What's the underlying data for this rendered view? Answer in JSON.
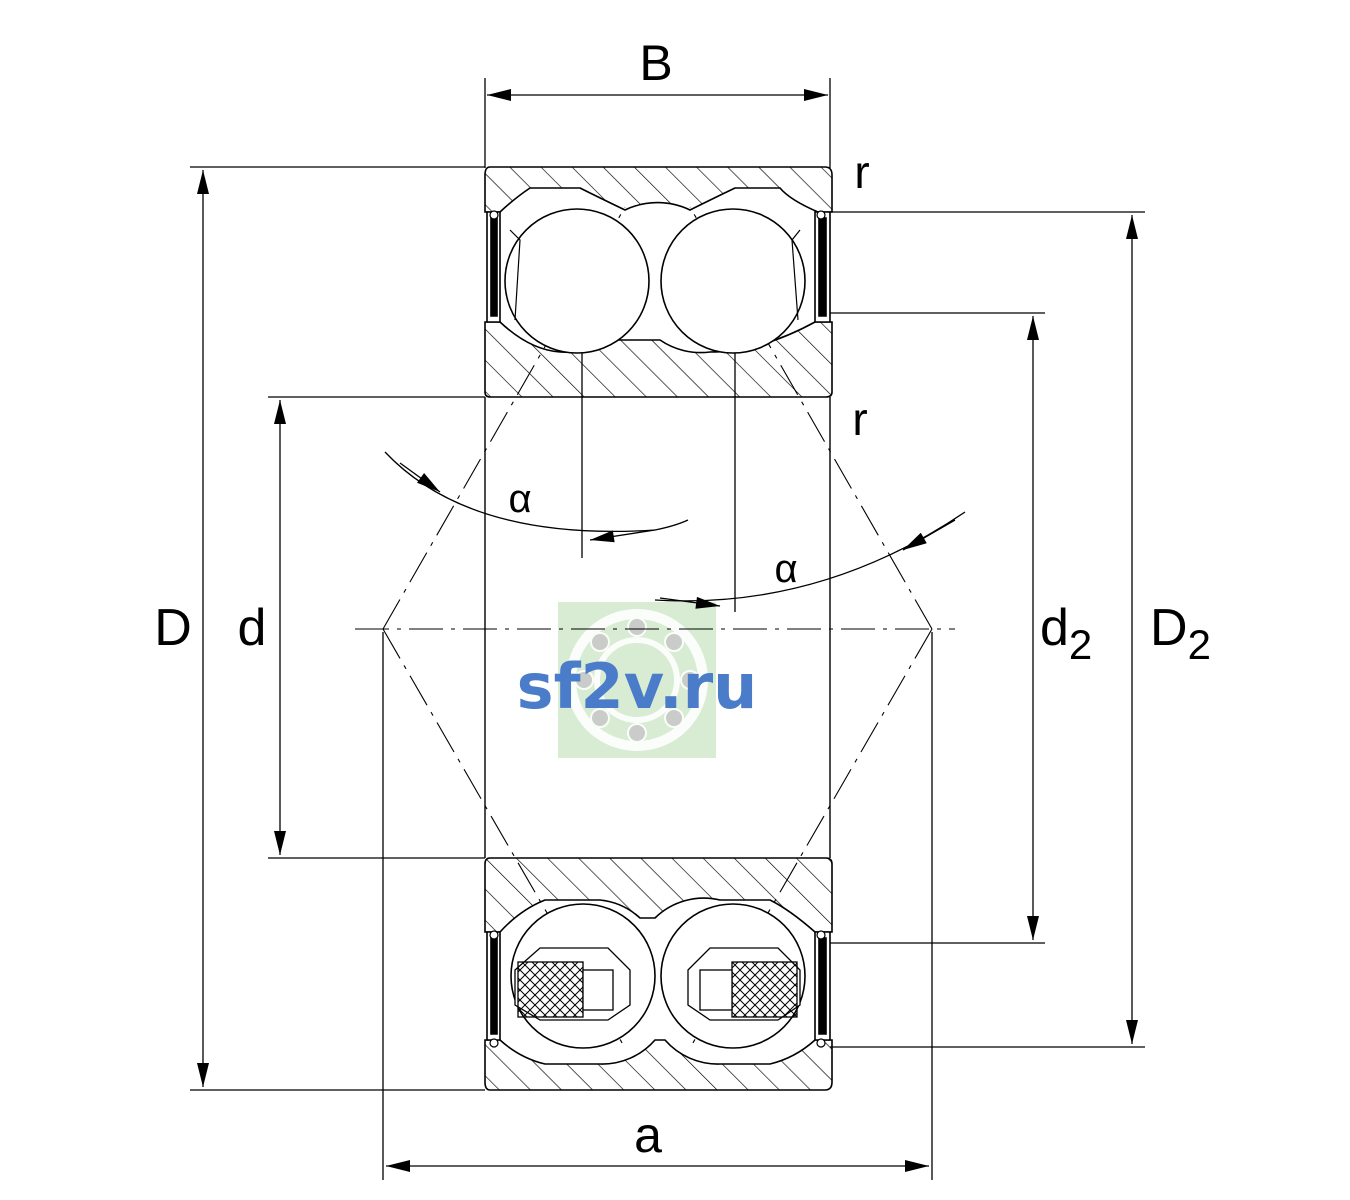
{
  "labels": {
    "B": "B",
    "r_top": "r",
    "r_inner": "r",
    "D": "D",
    "d": "d",
    "d2_main": "d",
    "d2_sub": "2",
    "D2_main": "D",
    "D2_sub": "2",
    "alpha_left": "α",
    "alpha_right": "α",
    "a": "a"
  },
  "watermark": {
    "text": "sf2v.ru",
    "text_color": "#4a7cc9",
    "bg_color": "#d7ecd2"
  },
  "colors": {
    "line": "#000000",
    "background": "#ffffff"
  }
}
